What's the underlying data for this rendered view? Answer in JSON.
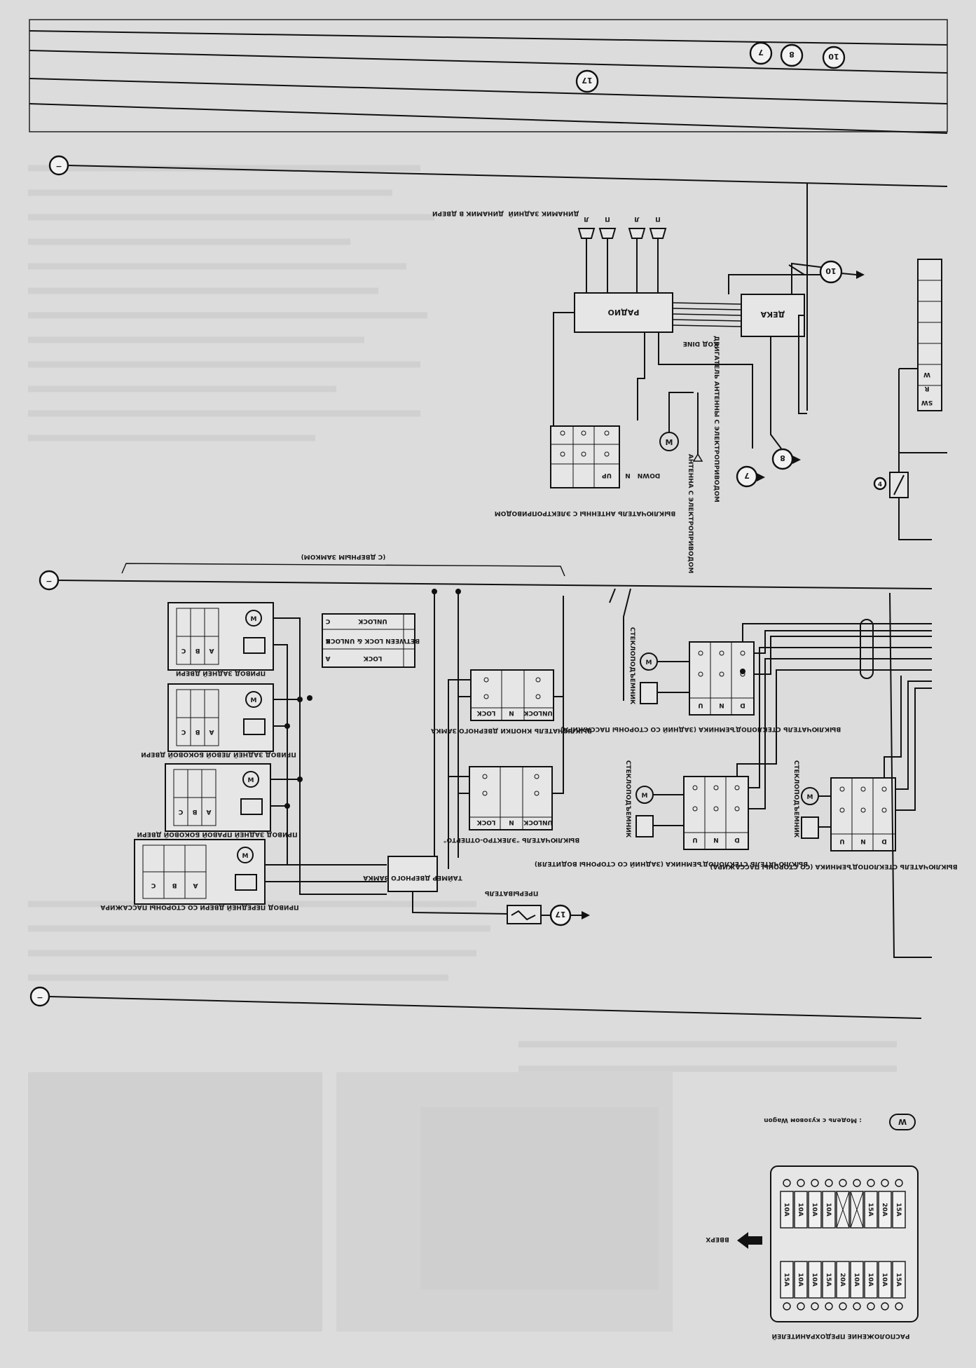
{
  "connectors": {
    "c7": "7",
    "c8": "8",
    "c10": "10",
    "c17": "17"
  },
  "ground": "−",
  "speakers": {
    "rear": "ДИНАМИК ЗАДНИЙ",
    "door": "ДИНАМИК В ДВЕРИ",
    "l": "Л",
    "p": "П"
  },
  "radio": "РАДИО",
  "deck": "ДЕКА",
  "code_wire": "КОД DINE",
  "antenna_motor": "ДВИГАТЕЛЬ АНТЕННЫ С ЭЛЕКТРОПРИВОДОМ",
  "antenna_label": "АНТЕННА С ЭЛЕКТРОПРИВОДОМ",
  "antenna_switch": "ВЫКЛЮЧАТЕЛЬ АНТЕННЫ С ЭЛЕКТРОПРИВОДОМ",
  "antenna_switch_rows": [
    "UP",
    "N",
    "DOWN"
  ],
  "from_door_locks": "(С ДВЕРНЫМ ЗАМКОМ)",
  "lock_legend": [
    "LOCK",
    "BETWEEN LOCK & UNLOCK",
    "UNLOCK"
  ],
  "lock_legend_keys": [
    "A",
    "B",
    "C"
  ],
  "actuators": [
    "ПРИВОД ЗАДНЕЙ ДВЕРИ",
    "ПРИВОД ЗАДНЕЙ ЛЕВОЙ БОКОВОЙ ДВЕРИ",
    "ПРИВОД ЗАДНЕЙ ПРАВОЙ БОКОВОЙ ДВЕРИ",
    "ПРИВОД ПЕРЕДНЕЙ ДВЕРИ СО СТОРОНЫ ПАССАЖИРА"
  ],
  "actuator_cells": [
    "A",
    "B",
    "C"
  ],
  "timer": "ТАЙМЕР ДВЕРНОГО ЗАМКА",
  "door_lock_button": "ВЫКЛЮЧАТЕЛЬ КНОПКИ ДВЕРНОГО ЗАМКА",
  "sw_lock_cols": [
    "LOCK",
    "N",
    "UNLOCK"
  ],
  "elektro_switch": "ВЫКЛЮЧАТЕЛЬ \"ЭЛЕКТРО-ОТПЕРТО\"",
  "breaker": "ПРЕРЫВАТЕЛЬ",
  "window_motor": "СТЕКЛОПОДЪЕМНИК",
  "window_sw_rear_pass": "ВЫКЛЮЧАТЕЛЬ СТЕКЛОПОДЪЕМНИКА (ЗАДНИЙ СО СТОРОНЫ ПАССАЖИРА)",
  "window_sw_rear_drv": "ВЫКЛЮЧАТЕЛЬ СТЕКЛОПОДЪЕМНИКА (ЗАДНИЙ СО СТОРОНЫ ВОДИТЕЛЯ)",
  "window_sw_pass": "ВЫКЛЮЧАТЕЛЬ СТЕКЛОПОДЪЕМНИКА (СО СТОРОНЫ ПАССАЖИРА)",
  "window_cols": [
    "U",
    "N",
    "D"
  ],
  "model_key": "W",
  "model_note": ": Модель с кузовом Wagon",
  "up_label": "ВВЕРХ",
  "fuse_title": "РАСПОЛОЖЕНИЕ ПРЕДОХРАНИТЕЛЕЙ",
  "fuses_top": [
    "10A",
    "10A",
    "10A",
    "10A",
    "",
    "",
    "15A",
    "20A",
    "15A"
  ],
  "fuses_bottom": [
    "15A",
    "10A",
    "10A",
    "15A",
    "20A",
    "10A",
    "10A",
    "10A",
    "15A"
  ],
  "side_block": [
    "SW",
    "R",
    "W"
  ],
  "colors": {
    "ink": "#111111",
    "paper": "#dcdcdc"
  }
}
